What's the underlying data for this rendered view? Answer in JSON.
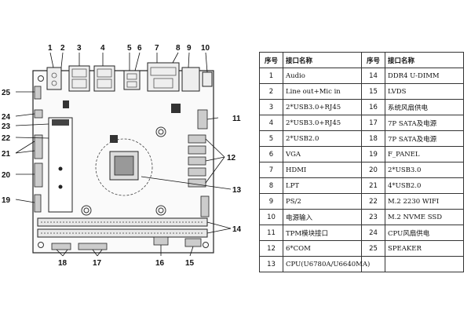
{
  "diagram": {
    "callouts": [
      "1",
      "2",
      "3",
      "4",
      "5",
      "6",
      "7",
      "8",
      "9",
      "10",
      "11",
      "12",
      "13",
      "14",
      "15",
      "16",
      "17",
      "18",
      "19",
      "20",
      "21",
      "22",
      "23",
      "24",
      "25"
    ]
  },
  "table": {
    "headers": [
      "序号",
      "接口名称",
      "序号",
      "接口名称"
    ],
    "rows": [
      [
        "1",
        "Audio",
        "14",
        "DDR4 U-DIMM"
      ],
      [
        "2",
        "Line out+Mic in",
        "15",
        "LVDS"
      ],
      [
        "3",
        "2*USB3.0+RJ45",
        "16",
        "系统风扇供电"
      ],
      [
        "4",
        "2*USB3.0+RJ45",
        "17",
        "7P SATA及电源"
      ],
      [
        "5",
        "2*USB2.0",
        "18",
        "7P SATA及电源"
      ],
      [
        "6",
        "VGA",
        "19",
        "F_PANEL"
      ],
      [
        "7",
        "HDMI",
        "20",
        "2*USB3.0"
      ],
      [
        "8",
        "LPT",
        "21",
        "4*USB2.0"
      ],
      [
        "9",
        "PS/2",
        "22",
        "M.2 2230 WIFI"
      ],
      [
        "10",
        "电源输入",
        "23",
        "M.2 NVME SSD"
      ],
      [
        "11",
        "TPM模块接口",
        "24",
        "CPU风扇供电"
      ],
      [
        "12",
        "6*COM",
        "25",
        "SPEAKER"
      ],
      [
        "13",
        "CPU(U6780A/U6640MA)",
        "",
        ""
      ]
    ]
  }
}
